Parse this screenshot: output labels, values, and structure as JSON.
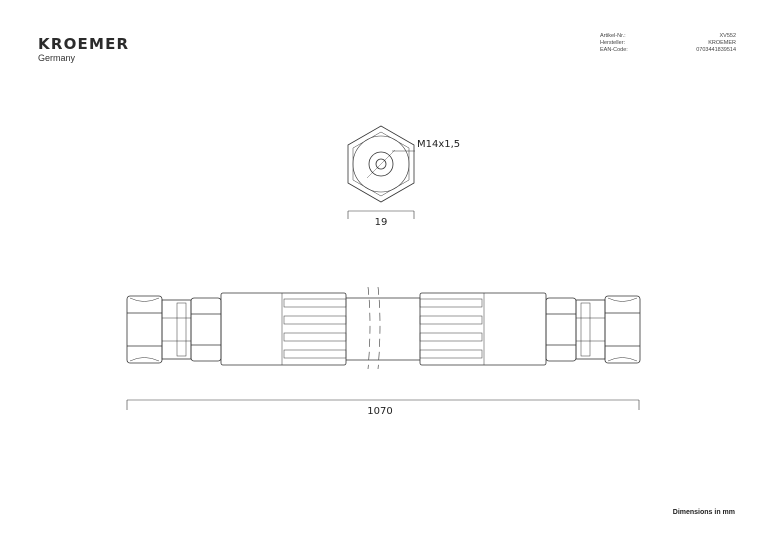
{
  "brand": {
    "name": "KROEMER",
    "country": "Germany"
  },
  "meta": [
    {
      "label": "Artikel-Nr.:",
      "value": "XV552"
    },
    {
      "label": "Hersteller:",
      "value": "KROEMER"
    },
    {
      "label": "EAN-Code:",
      "value": "0703441839514"
    }
  ],
  "drawing": {
    "thread_label": "M14x1,5",
    "nut_width": "19",
    "total_length": "1070"
  },
  "footer": {
    "units_note": "Dimensions in mm"
  }
}
